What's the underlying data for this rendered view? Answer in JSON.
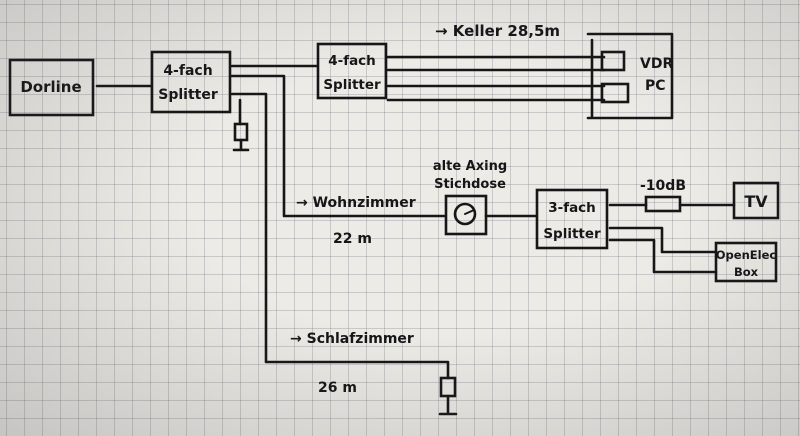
{
  "source_box": {
    "label": "Dorline"
  },
  "splitter_main": {
    "line1": "4-fach",
    "line2": "Splitter"
  },
  "splitter_cellar": {
    "line1": "4-fach",
    "line2": "Splitter"
  },
  "cellar_route": {
    "label": "→ Keller 28,5m"
  },
  "vdr_pc": {
    "line1": "VDR",
    "line2": "PC"
  },
  "living_route": {
    "label": "→ Wohnzimmer",
    "length": "22 m"
  },
  "wall_socket": {
    "line1": "alte Axing",
    "line2": "Stichdose"
  },
  "splitter_three": {
    "line1": "3-fach",
    "line2": "Splitter"
  },
  "attenuator": {
    "label": "-10dB"
  },
  "tv_box": {
    "label": "TV"
  },
  "openelec_box": {
    "line1": "OpenElec",
    "line2": "Box"
  },
  "bedroom_route": {
    "label": "→ Schlafzimmer",
    "length": "26 m"
  }
}
